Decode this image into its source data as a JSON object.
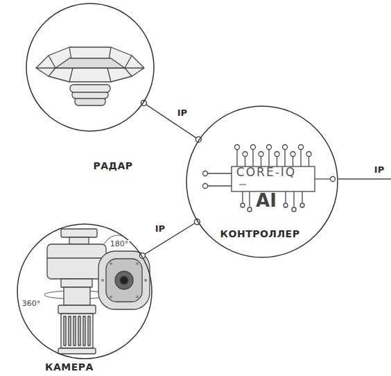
{
  "diagram": {
    "nodes": [
      {
        "text": [
          "РАДАР"
        ]
      },
      {
        "text": [
          "CORE-IQ",
          "AI",
          "КОНТРОЛЛЕР"
        ]
      },
      {
        "text": [
          "КАМЕРА"
        ]
      }
    ],
    "edges": [
      {
        "from": 0,
        "to": 1,
        "label": "IP",
        "arrow": "none"
      },
      {
        "from": 2,
        "to": 1,
        "label": "IP",
        "arrow": "none"
      }
    ],
    "labels": [
      "180°",
      "360°",
      "IP"
    ]
  }
}
